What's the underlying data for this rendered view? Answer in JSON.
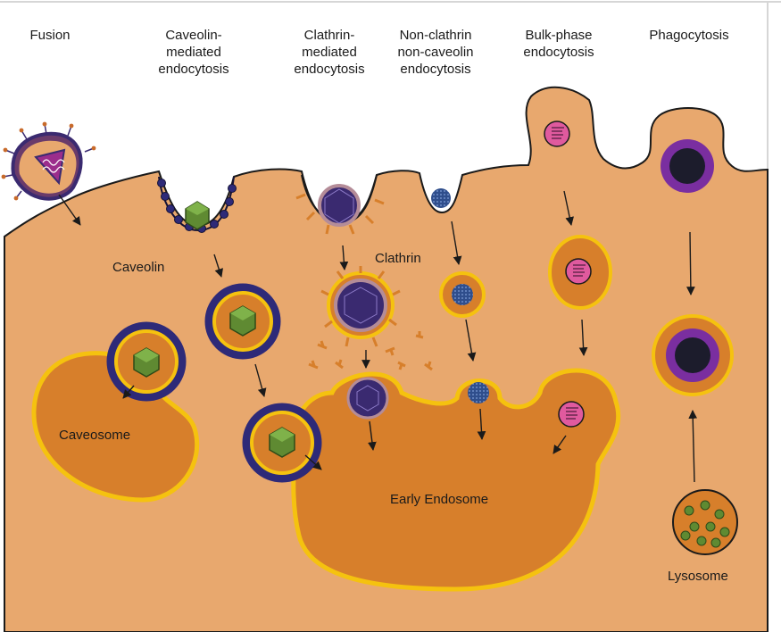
{
  "headers": {
    "fusion": [
      "Fusion"
    ],
    "caveolin": [
      "Caveolin-",
      "mediated",
      "endocytosis"
    ],
    "clathrin": [
      "Clathrin-",
      "mediated",
      "endocytosis"
    ],
    "nonclathrin": [
      "Non-clathrin",
      "non-caveolin",
      "endocytosis"
    ],
    "bulk": [
      "Bulk-phase",
      "endocytosis"
    ],
    "phago": [
      "Phagocytosis"
    ]
  },
  "labels": {
    "caveolin": "Caveolin",
    "clathrin": "Clathrin",
    "caveosome": "Caveosome",
    "early_endosome": "Early Endosome",
    "lysosome": "Lysosome"
  },
  "colors": {
    "cytoplasm": "#e8a86e",
    "organelle": "#d77f2b",
    "membrane_yellow": "#f5c20f",
    "caveolin_coat": "#2e2a78",
    "clathrin_coat": "#d77f2b",
    "virus_green": "#5f8a32",
    "virus_purple": "#3a2a70",
    "fusion_virus": "#9b2d8c",
    "bulk_particle": "#e05a9e",
    "small_particle": "#2f4e8c",
    "phagosome_purple": "#7a2ea0",
    "phagosome_core": "#1c1c2c"
  }
}
